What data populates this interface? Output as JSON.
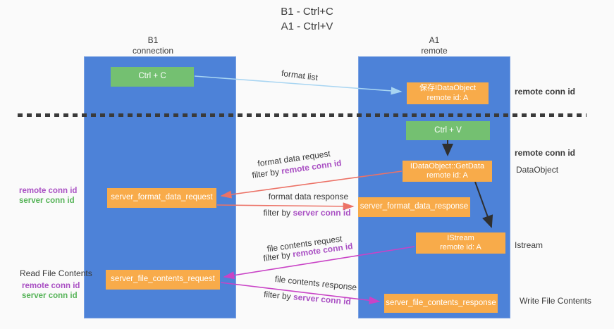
{
  "title": {
    "line1": "B1 - Ctrl+C",
    "line2": "A1 - Ctrl+V"
  },
  "columns": {
    "left": {
      "title": "B1",
      "subtitle": "connection"
    },
    "right": {
      "title": "A1",
      "subtitle": "remote"
    }
  },
  "boxes": {
    "ctrl_c": {
      "label": "Ctrl + C"
    },
    "save_idataobject": {
      "line1": "保存IDataObject",
      "line2": "remote id: A"
    },
    "ctrl_v": {
      "label": "Ctrl + V"
    },
    "idataobject_getdata": {
      "line1": "IDataObject::GetData",
      "line2": "remote id: A"
    },
    "server_format_data_request": {
      "label": "server_format_data_request"
    },
    "server_format_data_response": {
      "label": "server_format_data_response"
    },
    "istream": {
      "line1": "IStream",
      "line2": "remote id: A"
    },
    "server_file_contents_request": {
      "label": "server_file_contents_request"
    },
    "server_file_contents_response": {
      "label": "server_file_contents_response"
    }
  },
  "edge_labels": {
    "format_list": "format list",
    "format_data_request": "format data request",
    "format_data_response": "format data response",
    "file_contents_request": "file contents request",
    "file_contents_response": "file contents response",
    "filter_by": "filter by",
    "remote_conn_id": "remote conn id",
    "server_conn_id": "server conn id"
  },
  "side_labels": {
    "right_top_remote_conn_id": "remote conn id",
    "right_mid_remote_conn_id": "remote conn id",
    "dataobject": "DataObject",
    "istream": "Istream",
    "write_file_contents": "Write File Contents",
    "read_file_contents": "Read File Contents",
    "left_remote_conn_id": "remote conn id",
    "left_server_conn_id": "server conn id",
    "left2_remote_conn_id": "remote conn id",
    "left2_server_conn_id": "server conn id"
  },
  "colors": {
    "lifeline_blue": "#4d82d8",
    "node_orange": "#f8ab4a",
    "node_green": "#74c071",
    "arrow_red": "#ec7266",
    "arrow_magenta": "#c943c6",
    "arrow_light_blue": "#a8d5f2",
    "arrow_black": "#2f2f2f",
    "text_purple": "#a94fc3",
    "text_green": "#55b357",
    "dashed_divider": "#3a3a3a"
  }
}
